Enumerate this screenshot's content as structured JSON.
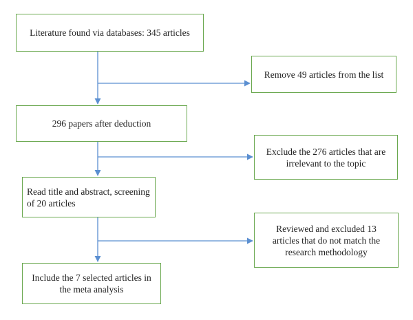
{
  "colors": {
    "box_border": "#6aa84f",
    "arrow": "#5b8fd1",
    "text": "#222222",
    "background": "#ffffff"
  },
  "flow": {
    "literature_found": "Literature found via databases: 345 articles",
    "removed": "Remove 49 articles from the list",
    "after_deduction": "296 papers after deduction",
    "excluded_irrelevant": "Exclude the 276 articles that are irrelevant to the topic",
    "screening": "Read title and abstract, screening of 20 articles",
    "excluded_methodology": "Reviewed and excluded 13 articles that do not match the research methodology",
    "included": "Include the 7 selected articles in the meta analysis"
  }
}
